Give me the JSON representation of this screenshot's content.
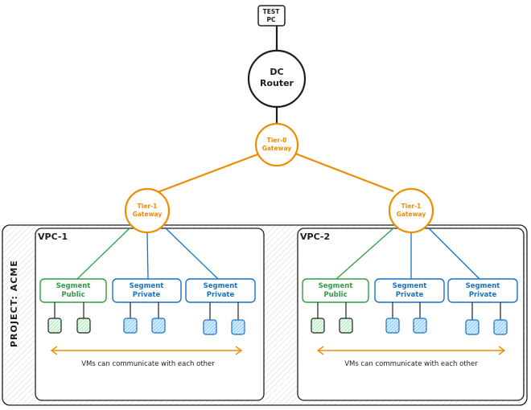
{
  "test_pc": {
    "line1": "TEST",
    "line2": "PC"
  },
  "dc_router": {
    "line1": "DC",
    "line2": "Router"
  },
  "tier0": {
    "line1": "Tier-0",
    "line2": "Gateway"
  },
  "project": {
    "label": "PROJECT: ACME"
  },
  "vpcs": [
    {
      "label": "VPC-1",
      "tier1": {
        "line1": "Tier-1",
        "line2": "Gateway"
      },
      "segments": [
        {
          "line1": "Segment",
          "line2": "Public",
          "type": "public"
        },
        {
          "line1": "Segment",
          "line2": "Private",
          "type": "private"
        },
        {
          "line1": "Segment",
          "line2": "Private",
          "type": "private"
        }
      ],
      "note": "VMs can communicate with each other"
    },
    {
      "label": "VPC-2",
      "tier1": {
        "line1": "Tier-1",
        "line2": "Gateway"
      },
      "segments": [
        {
          "line1": "Segment",
          "line2": "Public",
          "type": "public"
        },
        {
          "line1": "Segment",
          "line2": "Private",
          "type": "private"
        },
        {
          "line1": "Segment",
          "line2": "Private",
          "type": "private"
        }
      ],
      "note": "VMs can communicate with each other"
    }
  ],
  "colors": {
    "orange": "#f08c00",
    "green": "#2f9e44",
    "blue": "#1971c2",
    "green_fill": "#d3f9d8",
    "blue_fill": "#a5d8ff",
    "ink": "#1e1e1e"
  }
}
